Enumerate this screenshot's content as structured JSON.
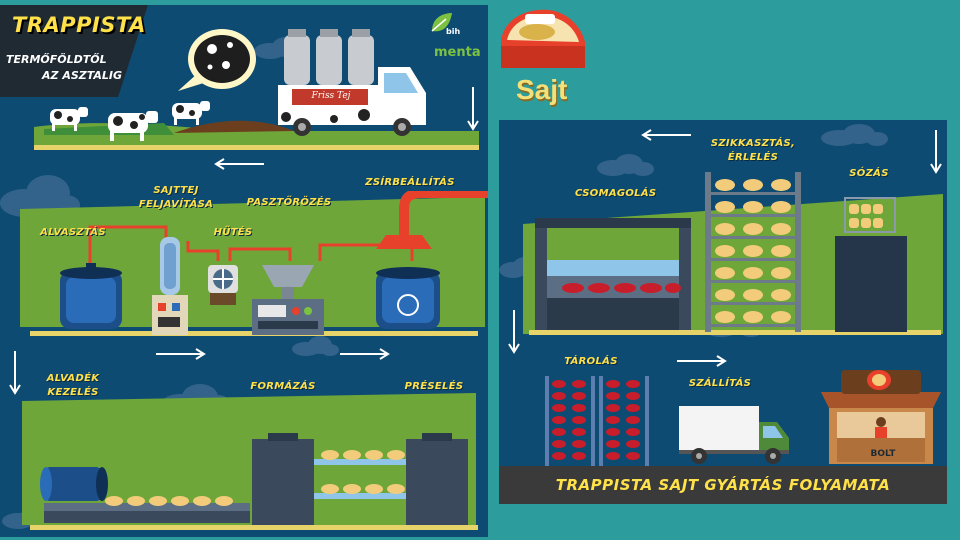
{
  "header": {
    "title_line1": "TRAPPISTA",
    "title_line2": "TERMŐFÖLDTŐL",
    "title_line3": "AZ ASZTALIG",
    "logo_top": "bih",
    "logo_bottom": "menta",
    "product_label": "Sajt",
    "truck_label": "Friss Tej"
  },
  "stages": {
    "alvasztas": "ALVASZTÁS",
    "sajttej_line1": "SAJTTEJ",
    "sajttej_line2": "FELJAVÍTÁSA",
    "hutes": "HŰTÉS",
    "pasztorozes": "PASZTŐRÖZÉS",
    "zsirbeallitas": "ZSÍRBEÁLLÍTÁS",
    "alvadek_line1": "ALVADÉK",
    "alvadek_line2": "KEZELÉS",
    "formazas": "FORMÁZÁS",
    "preseles": "PRÉSELÉS",
    "csomagolas": "CSOMAGOLÁS",
    "szikkasztas_line1": "SZIKKASZTÁS,",
    "szikkasztas_line2": "ÉRLELÉS",
    "sozas": "SÓZÁS",
    "tarolas": "TÁROLÁS",
    "szallitas": "SZÁLLÍTÁS",
    "bolt": "BOLT"
  },
  "footer": {
    "caption": "TRAPPISTA SAJT GYÁRTÁS FOLYAMATA"
  },
  "colors": {
    "background": "#2c9c9c",
    "panel": "#0e4b72",
    "label": "#ffe14a",
    "ground": "#6fa63a",
    "pipe": "#e8412b"
  }
}
